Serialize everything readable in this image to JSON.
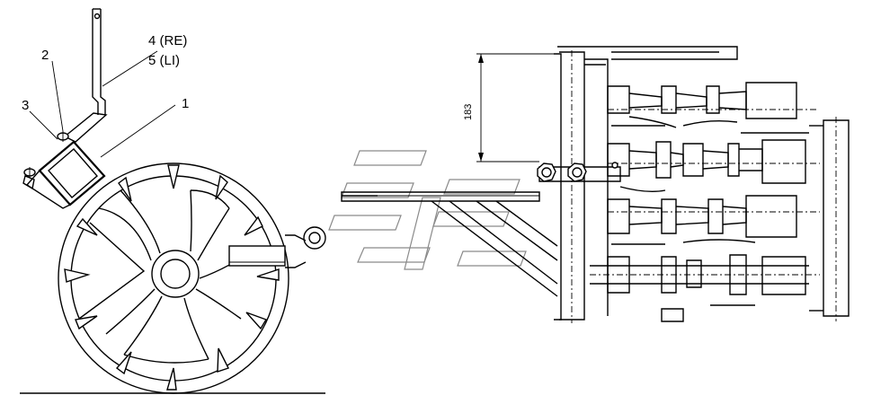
{
  "callouts": {
    "part_1": "1",
    "part_2": "2",
    "part_3": "3",
    "part_4": "4 (RE)",
    "part_5": "5 (LI)"
  },
  "dimension": {
    "value": "183"
  },
  "colors": {
    "line": "#000000",
    "background": "#ffffff",
    "watermark": "#8a8a8a"
  },
  "icons": {
    "watermark": "stylized-e-watermark-icon"
  }
}
